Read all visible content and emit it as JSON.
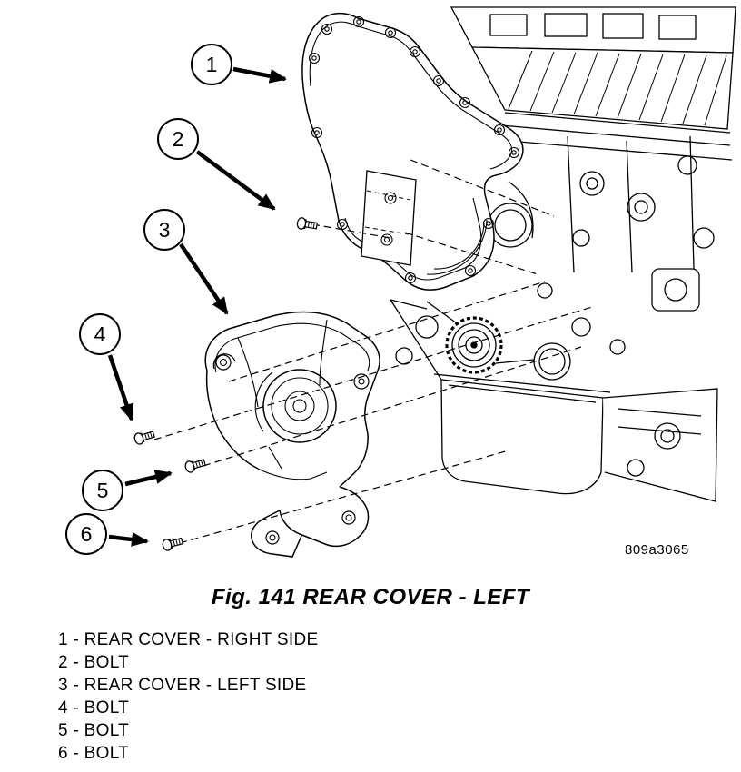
{
  "figure": {
    "caption": "Fig. 141 REAR COVER - LEFT",
    "drawing_number": "809a3065",
    "callouts": [
      {
        "n": "1",
        "label": "REAR COVER - RIGHT SIDE"
      },
      {
        "n": "2",
        "label": "BOLT"
      },
      {
        "n": "3",
        "label": "REAR COVER - LEFT SIDE"
      },
      {
        "n": "4",
        "label": "BOLT"
      },
      {
        "n": "5",
        "label": "BOLT"
      },
      {
        "n": "6",
        "label": "BOLT"
      }
    ],
    "legend": [
      "1 - REAR COVER - RIGHT SIDE",
      "2 - BOLT",
      "3 - REAR COVER - LEFT SIDE",
      "4 - BOLT",
      "5 - BOLT",
      "6 - BOLT"
    ]
  }
}
